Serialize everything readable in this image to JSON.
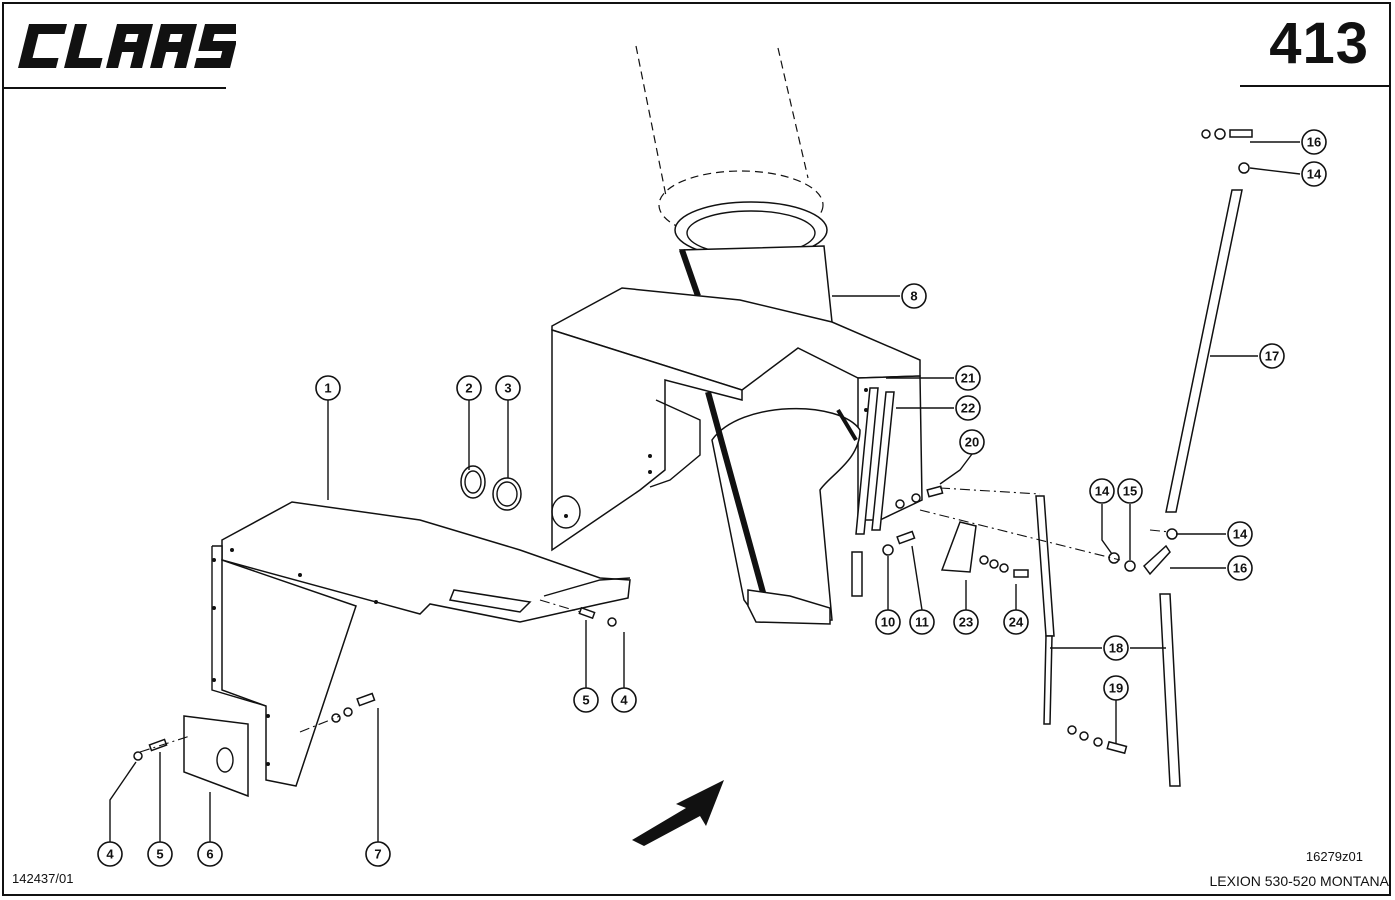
{
  "header": {
    "brand": "CLAAS",
    "page_number": "413"
  },
  "footer": {
    "drawing_ref": "142437/01",
    "figure_code": "16279z01",
    "model": "LEXION 530-520 MONTANA"
  },
  "callouts": [
    {
      "id": "c1",
      "label": "1"
    },
    {
      "id": "c2",
      "label": "2"
    },
    {
      "id": "c3",
      "label": "3"
    },
    {
      "id": "c4a",
      "label": "4"
    },
    {
      "id": "c5a",
      "label": "5"
    },
    {
      "id": "c4b",
      "label": "4"
    },
    {
      "id": "c5b",
      "label": "5"
    },
    {
      "id": "c6",
      "label": "6"
    },
    {
      "id": "c7",
      "label": "7"
    },
    {
      "id": "c8",
      "label": "8"
    },
    {
      "id": "c10",
      "label": "10"
    },
    {
      "id": "c11",
      "label": "11"
    },
    {
      "id": "c14a",
      "label": "14"
    },
    {
      "id": "c14b",
      "label": "14"
    },
    {
      "id": "c14c",
      "label": "14"
    },
    {
      "id": "c15",
      "label": "15"
    },
    {
      "id": "c16a",
      "label": "16"
    },
    {
      "id": "c16b",
      "label": "16"
    },
    {
      "id": "c17",
      "label": "17"
    },
    {
      "id": "c18",
      "label": "18"
    },
    {
      "id": "c19",
      "label": "19"
    },
    {
      "id": "c20",
      "label": "20"
    },
    {
      "id": "c21",
      "label": "21"
    },
    {
      "id": "c22",
      "label": "22"
    },
    {
      "id": "c23",
      "label": "23"
    },
    {
      "id": "c24",
      "label": "24"
    }
  ]
}
